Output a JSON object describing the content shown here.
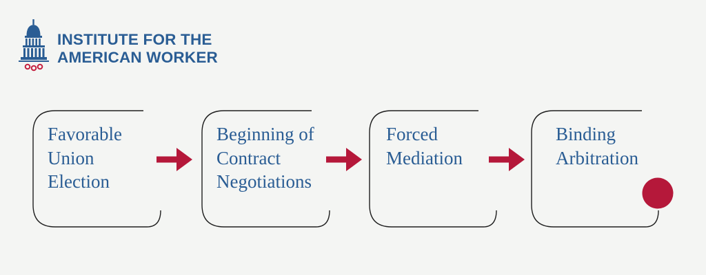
{
  "org": {
    "name_line1": "INSTITUTE FOR THE",
    "name_line2": "AMERICAN WORKER",
    "logo_icon": "capitol-dome-icon",
    "brand_blue": "#2a5d94",
    "brand_red": "#b5183a"
  },
  "steps": [
    {
      "lines": [
        "Favorable",
        "Union",
        "Election"
      ]
    },
    {
      "lines": [
        "Beginning of",
        "Contract",
        "Negotiations"
      ]
    },
    {
      "lines": [
        "Forced",
        "Mediation"
      ]
    },
    {
      "lines": [
        "Binding",
        "Arbitration"
      ]
    }
  ],
  "connector_icon": "arrow-right-icon",
  "end_marker_icon": "dot-icon"
}
